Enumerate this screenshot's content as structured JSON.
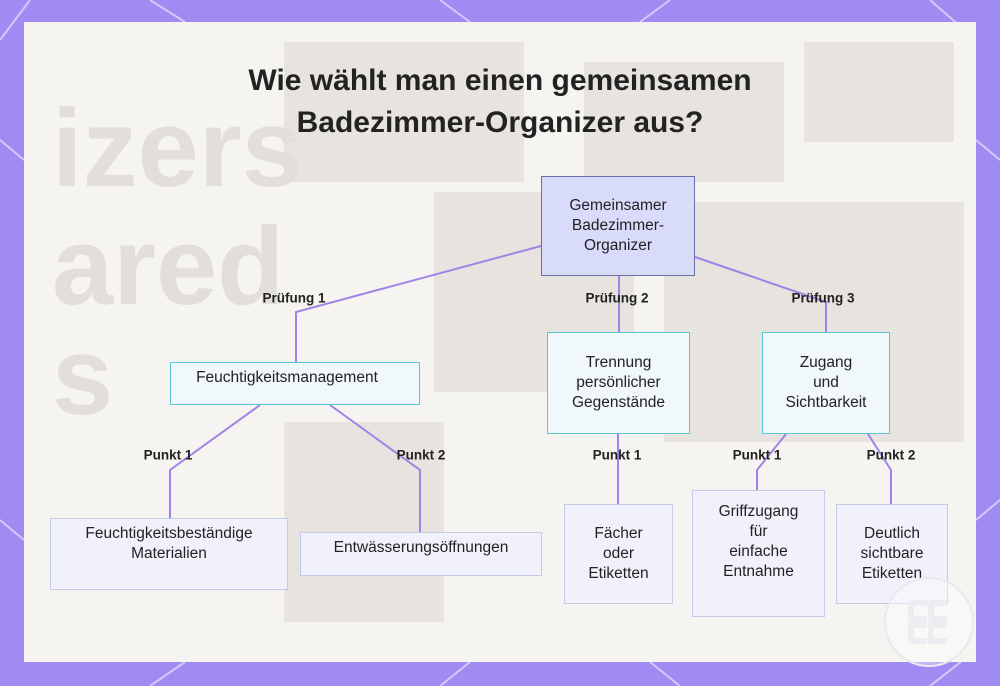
{
  "title": {
    "line1": "Wie wählt man einen gemeinsamen",
    "line2": "Badezimmer-Organizer aus?"
  },
  "background_text": {
    "line1": "izers",
    "line2": "ared",
    "line3": "s"
  },
  "colors": {
    "frame": "#a08bf2",
    "panel": "#f6f4f1",
    "edge": "#9d84e6",
    "root_fill": "#d9dbfa",
    "mid_border": "#5cc6d3",
    "leaf_fill": "#f0f1fb"
  },
  "nodes": {
    "root": {
      "lines": [
        "Gemeinsamer",
        "Badezimmer-",
        "Organizer"
      ]
    },
    "moisture": {
      "lines": [
        "Feuchtigkeitsmanagement"
      ]
    },
    "separation": {
      "lines": [
        "Trennung",
        "persönlicher",
        "Gegenstände"
      ]
    },
    "access": {
      "lines": [
        "Zugang",
        "und",
        "Sichtbarkeit"
      ]
    },
    "moisture_materials": {
      "lines": [
        "Feuchtigkeitsbeständige",
        "Materialien"
      ]
    },
    "drainage": {
      "lines": [
        "Entwässerungsöffnungen"
      ]
    },
    "compartments": {
      "lines": [
        "Fächer",
        "oder",
        "Etiketten"
      ]
    },
    "grip_access": {
      "lines": [
        "Griffzugang",
        "für",
        "einfache",
        "Entnahme"
      ]
    },
    "visible_labels": {
      "lines": [
        "Deutlich",
        "sichtbare",
        "Etiketten"
      ]
    }
  },
  "edge_labels": {
    "check1": "Prüfung 1",
    "check2": "Prüfung 2",
    "check3": "Prüfung 3",
    "moisture_point1": "Punkt 1",
    "moisture_point2": "Punkt 2",
    "separation_point1": "Punkt 1",
    "access_point1": "Punkt 1",
    "access_point2": "Punkt 2"
  },
  "logo_icon": "monogram-logo-icon"
}
